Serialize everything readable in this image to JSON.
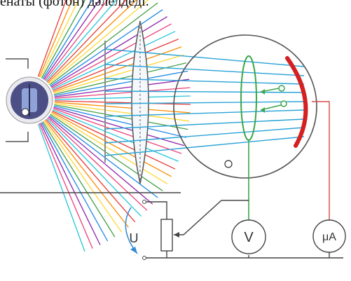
{
  "caption": "енаты (фотон) дәлелдеді.",
  "labels": {
    "voltmeter": "V",
    "microammeter": "μA",
    "voltage": "U"
  },
  "colors": {
    "background": "#ffffff",
    "light_rays": "#29a3d6",
    "circuit_green": "#3aa64a",
    "circuit_red": "#d24b4b",
    "cathode": "#d42020",
    "wire": "#444444",
    "lamp_body": "#4b4f86",
    "spectrum": [
      "#e53935",
      "#fb8c00",
      "#fdd835",
      "#43a047",
      "#1e88e5",
      "#8e24aa",
      "#ec407a",
      "#26c6da"
    ]
  },
  "icons": [
    "lamp-icon",
    "lens-icon",
    "photocell-icon",
    "cathode-icon",
    "voltmeter-icon",
    "microammeter-icon",
    "rheostat-icon"
  ]
}
